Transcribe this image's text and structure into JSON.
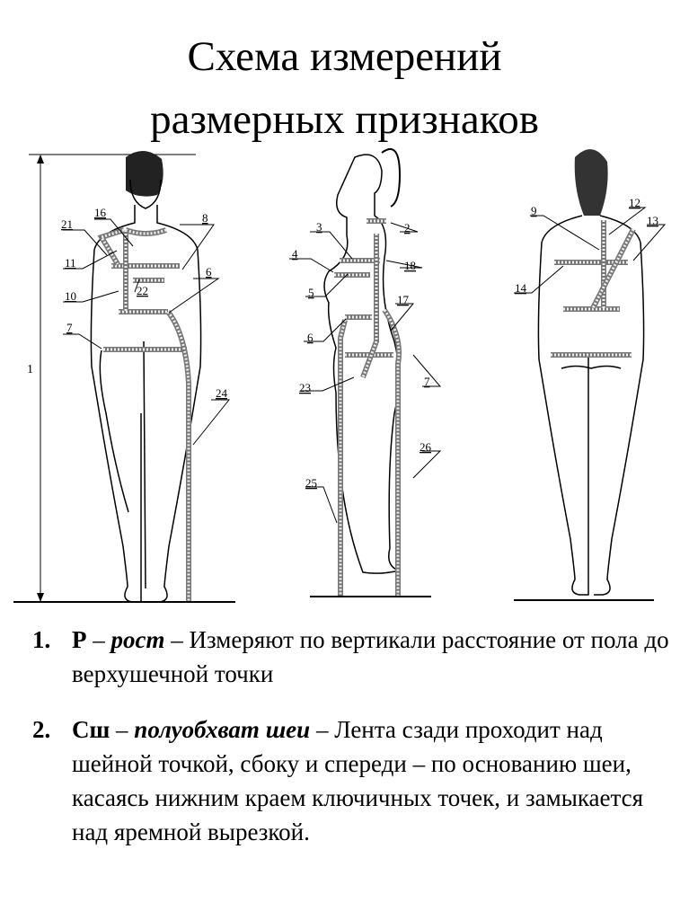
{
  "title": {
    "line1": "Схема измерений",
    "line2": "размерных признаков"
  },
  "diagram": {
    "front_labels": [
      "1",
      "16",
      "21",
      "8",
      "11",
      "6",
      "10",
      "22",
      "7",
      "24"
    ],
    "side_labels": [
      "3",
      "2",
      "4",
      "18",
      "5",
      "17",
      "6",
      "23",
      "7",
      "26",
      "25"
    ],
    "back_labels": [
      "9",
      "12",
      "13",
      "14"
    ]
  },
  "items": [
    {
      "number": "1.",
      "abbr": "Р",
      "dash1": " – ",
      "term": "рост",
      "dash2": " – ",
      "text": " Измеряют по вертикали расстояние от пола до верхушечной точки"
    },
    {
      "number": "2.",
      "abbr": "Сш",
      "dash1": " – ",
      "term": "полуобхват шеи",
      "dash2": " – ",
      "text": "Лента сзади проходит над шейной точкой, сбоку и спереди – по основанию шеи, касаясь нижним краем ключичных точек, и замыкается над яремной вырезкой."
    }
  ]
}
